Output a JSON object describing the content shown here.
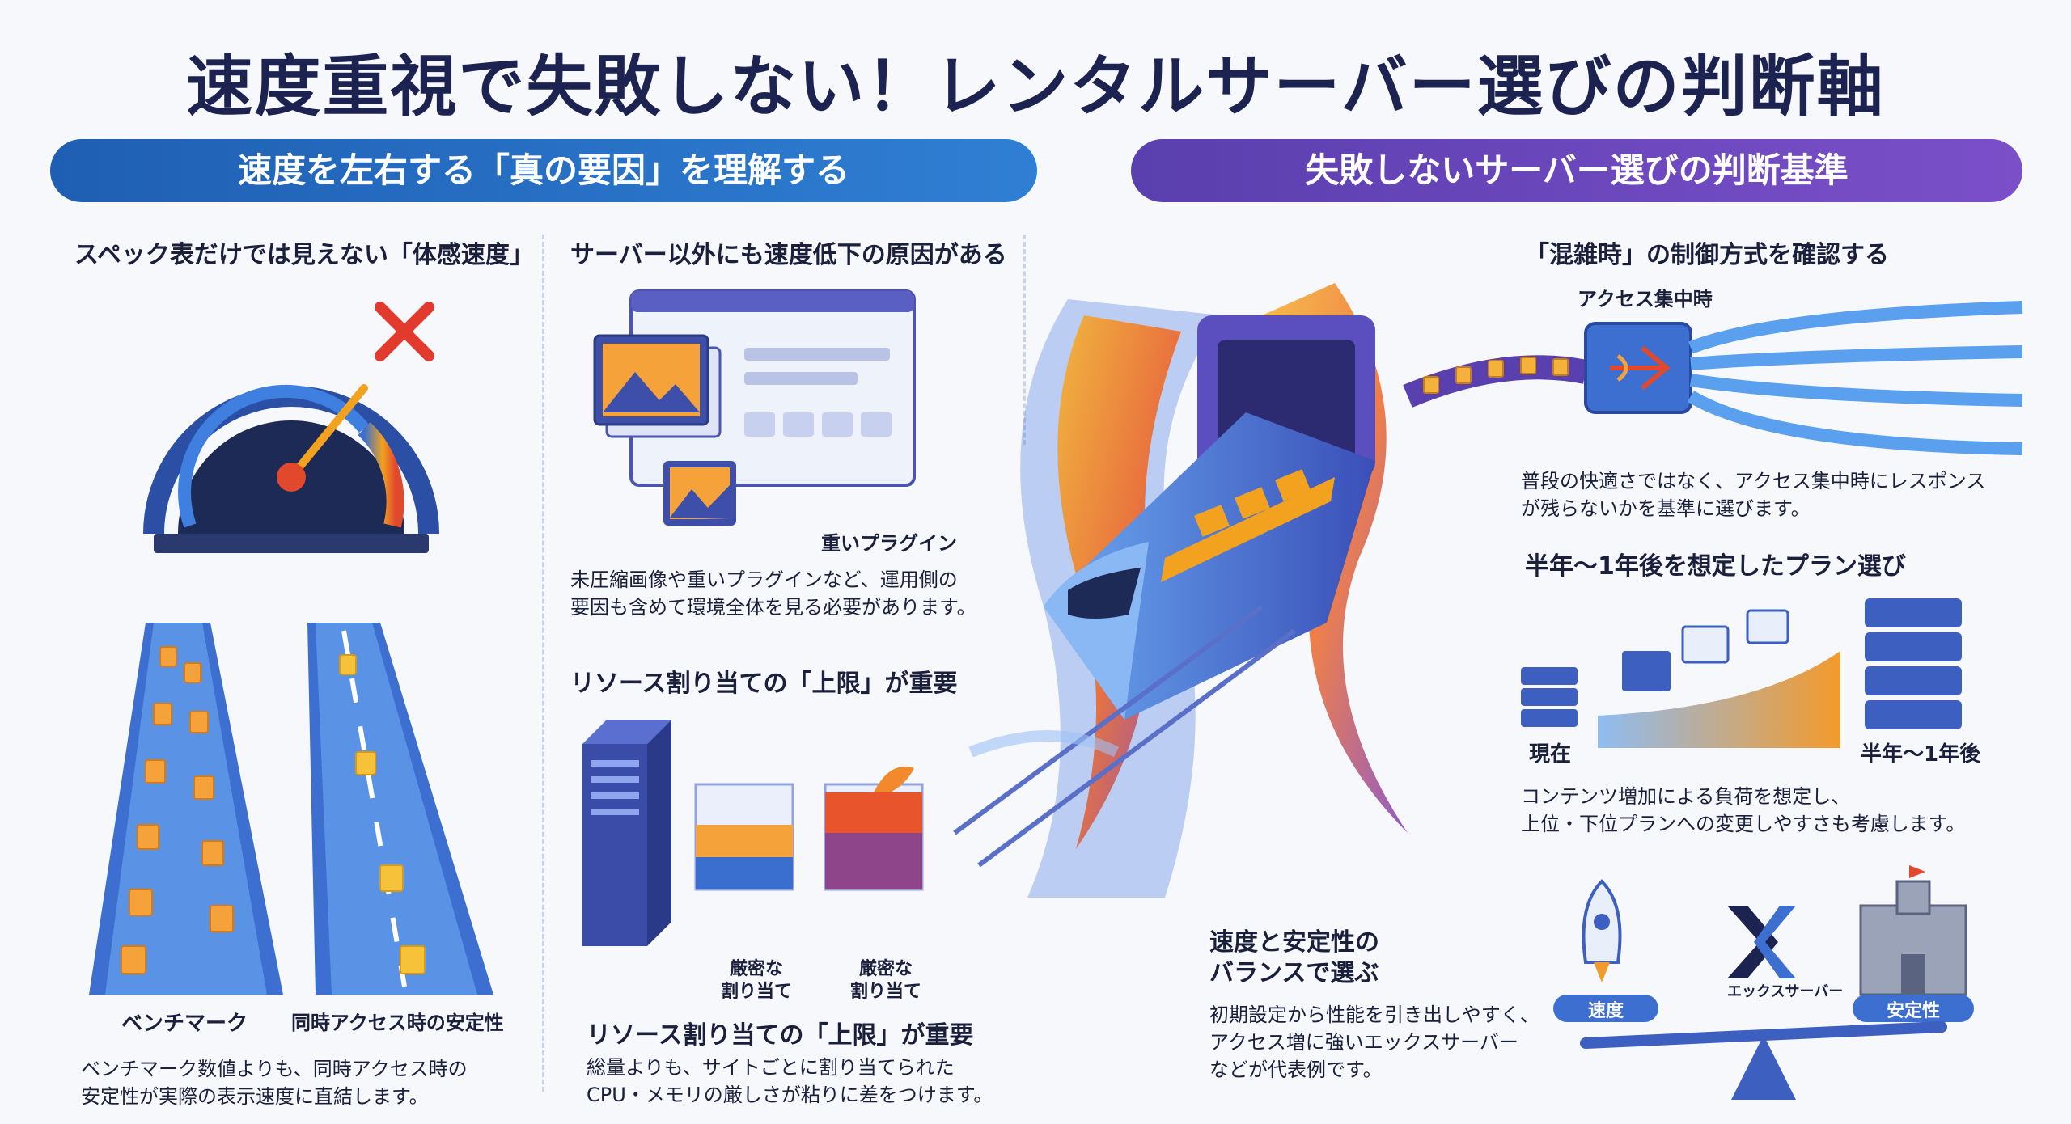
{
  "title": "速度重視で失敗しない！レンタルサーバー選びの判断軸",
  "left_banner": "速度を左右する「真の要因」を理解する",
  "right_banner": "失敗しないサーバー選びの判断基準",
  "col1": {
    "heading": "スペック表だけでは見えない「体感速度」",
    "road_left_label": "ベンチマーク",
    "road_right_label": "同時アクセス時の安定性",
    "body_line1": "ベンチマーク数値よりも、同時アクセス時の",
    "body_line2": "安定性が実際の表示速度に直結します。"
  },
  "col2": {
    "heading1": "サーバー以外にも速度低下の原因がある",
    "plugin_caption": "重いプラグイン",
    "body1_line1": "未圧縮画像や重いプラグインなど、運用側の",
    "body1_line2": "要因も含めて環境全体を見る必要があります。",
    "heading2": "リソース割り当ての「上限」が重要",
    "cube1_line1": "厳密な",
    "cube1_line2": "割り当て",
    "cube2_line1": "厳密な",
    "cube2_line2": "割り当て",
    "heading3": "リソース割り当ての「上限」が重要",
    "body2_line1": "総量よりも、サイトごとに割り当てられた",
    "body2_line2": "CPU・メモリの厳しさが粘りに差をつけます。"
  },
  "right": {
    "heading1": "「混雑時」の制御方式を確認する",
    "access_label": "アクセス集中時",
    "body1_line1": "普段の快適さではなく、アクセス集中時にレスポンス",
    "body1_line2": "が残らないかを基準に選びます。",
    "heading2": "半年〜1年後を想定したプラン選び",
    "now_label": "現在",
    "future_label": "半年〜1年後",
    "body2_line1": "コンテンツ増加による負荷を想定し、",
    "body2_line2": "上位・下位プランへの変更しやすさも考慮します。",
    "heading3_line1": "速度と安定性の",
    "heading3_line2": "バランスで選ぶ",
    "body3_line1": "初期設定から性能を引き出しやすく、",
    "body3_line2": "アクセス増に強いエックスサーバー",
    "body3_line3": "などが代表例です。",
    "logo_text": "エックスサーバー",
    "scale_left": "速度",
    "scale_right": "安定性"
  },
  "colors": {
    "navy": "#1c2350",
    "blue": "#2f7fd4",
    "purple": "#6b47c0",
    "orange": "#f39a1c",
    "red": "#e23b2e"
  }
}
